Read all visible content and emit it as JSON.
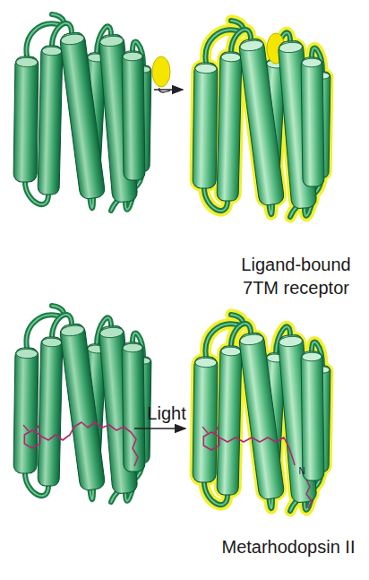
{
  "diagram": {
    "labels": [
      "Ligand-bound 7TM receptor",
      "Light",
      "Metarhodopsin II",
      "N"
    ]
  }
}
